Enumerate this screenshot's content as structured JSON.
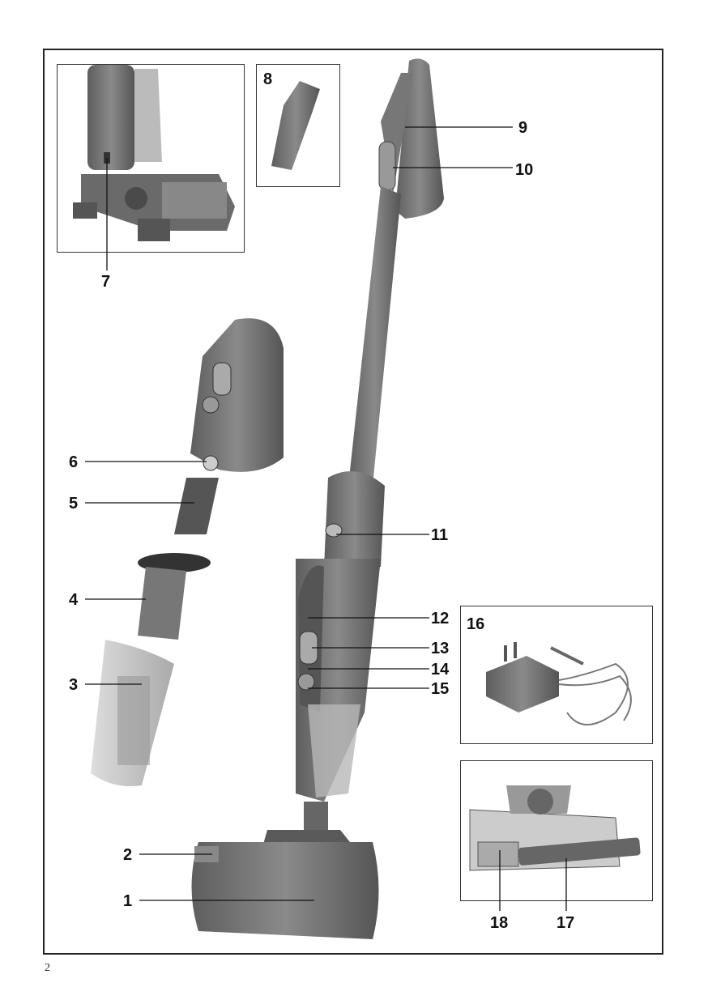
{
  "page_number": "2",
  "labels": {
    "l1": "1",
    "l2": "2",
    "l3": "3",
    "l4": "4",
    "l5": "5",
    "l6": "6",
    "l7": "7",
    "l8": "8",
    "l9": "9",
    "l10": "10",
    "l11": "11",
    "l12": "12",
    "l13": "13",
    "l14": "14",
    "l15": "15",
    "l16": "16",
    "l17": "17",
    "l18": "18"
  }
}
